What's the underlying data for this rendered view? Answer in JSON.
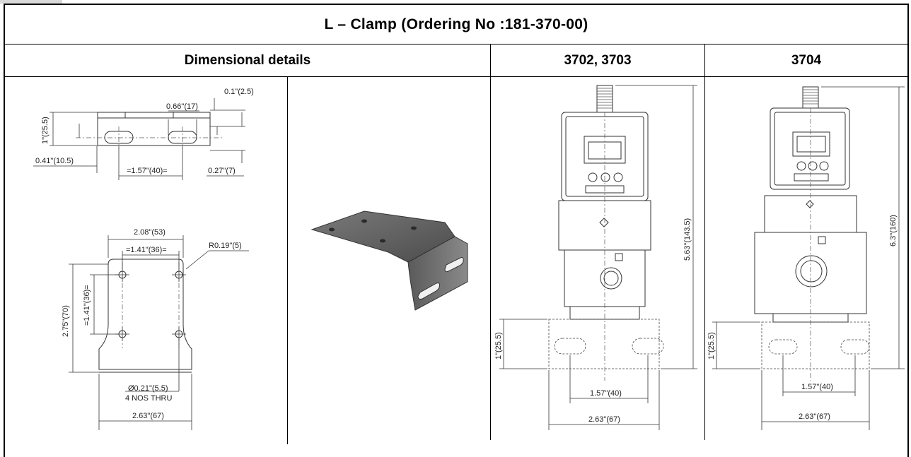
{
  "header": {
    "title": "L – Clamp (Ordering No :181-370-00)",
    "col_dimensional": "Dimensional details",
    "col_model_a": "3702, 3703",
    "col_model_b": "3704"
  },
  "drawing_top": {
    "d1": "0.1\"(2.5)",
    "d2": "0.66\"(17)",
    "d3": "1\"(25.5)",
    "d4": "0.41\"(10.5)",
    "d5": "=1.57\"(40)=",
    "d6": "0.27\"(7)"
  },
  "drawing_plate": {
    "d1": "2.08\"(53)",
    "d2": "=1.41\"(36)=",
    "d3": "R0.19\"(5)",
    "d4": "=1.41\"(36)=",
    "d5": "2.75\"(70)",
    "d6": "Ø0.21\"(5.5)",
    "d7": "4 NOS THRU",
    "d8": "2.63\"(67)"
  },
  "model_a": {
    "height": "5.63\"(143.5)",
    "clamp_height": "1\"(25.5)",
    "hole_spacing": "1.57\"(40)",
    "width": "2.63\"(67)"
  },
  "model_b": {
    "height": "6.3\"(160)",
    "clamp_height": "1\"(25.5)",
    "hole_spacing": "1.57\"(40)",
    "width": "2.63\"(67)"
  }
}
